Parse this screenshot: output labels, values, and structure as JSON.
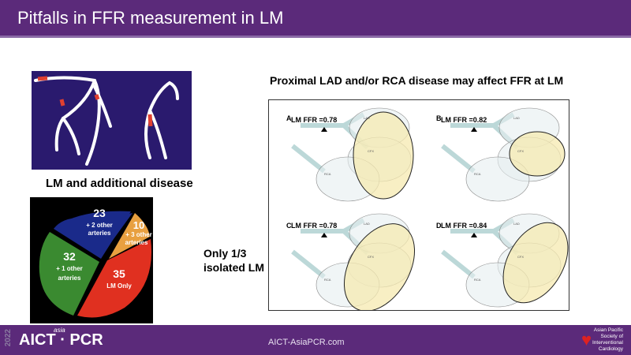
{
  "header": {
    "title": "Pitfalls in FFR measurement in LM"
  },
  "left": {
    "angio_caption": "LM and additional disease",
    "pie": [
      {
        "value": "23",
        "label1": "+ 2 other",
        "label2": "arteries",
        "color": "#1a2a8a"
      },
      {
        "value": "10",
        "label1": "+ 3 other",
        "label2": "arteries",
        "color": "#e8a040"
      },
      {
        "value": "35",
        "label1": "LM Only",
        "label2": "",
        "color": "#e03020"
      },
      {
        "value": "32",
        "label1": "+ 1 other",
        "label2": "arteries",
        "color": "#3a8a30"
      }
    ],
    "note_line1": "Only 1/3",
    "note_line2": "isolated LM"
  },
  "right": {
    "subtitle": "Proximal LAD and/or RCA disease may affect FFR at LM",
    "panels": [
      {
        "letter": "A",
        "ffr": "LM FFR =0.78"
      },
      {
        "letter": "B",
        "ffr": "LM FFR =0.82"
      },
      {
        "letter": "C",
        "ffr": "LM FFR =0.78"
      },
      {
        "letter": "D",
        "ffr": "LM FFR =0.84"
      }
    ],
    "vessel_labels": {
      "lad": "LAD",
      "cfx": "CFX",
      "rca": "RCA"
    }
  },
  "footer": {
    "year": "2022",
    "logo": "AICT · PCR",
    "logo_sup": "asia",
    "url": "AICT-AsiaPCR.com",
    "society": [
      "Asian Pacific",
      "Society of",
      "Interventional",
      "Cardiology"
    ]
  }
}
